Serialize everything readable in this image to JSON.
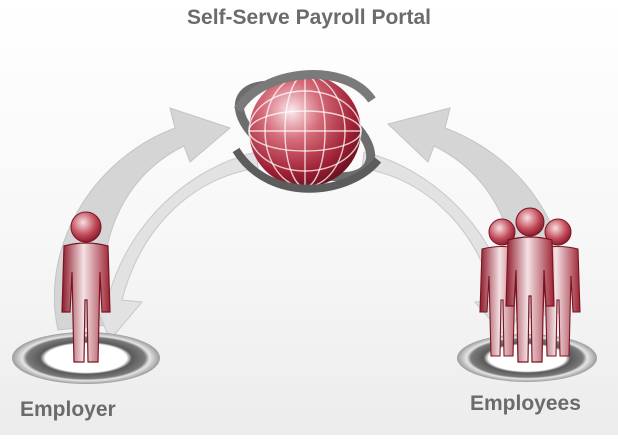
{
  "diagram": {
    "title": "Self-Serve Payroll Portal",
    "left_actor": {
      "label": "Employer",
      "icon": "person-icon"
    },
    "right_actor": {
      "label": "Employees",
      "icon": "group-icon"
    },
    "center_node": {
      "icon": "globe-icon"
    },
    "colors": {
      "figure_dark": "#8e1b2c",
      "figure_mid": "#c8505e",
      "figure_light": "#f4e2e4",
      "arrow": "#d5d5d5",
      "ring": "#707070",
      "label_text": "#6b6b6b"
    }
  }
}
